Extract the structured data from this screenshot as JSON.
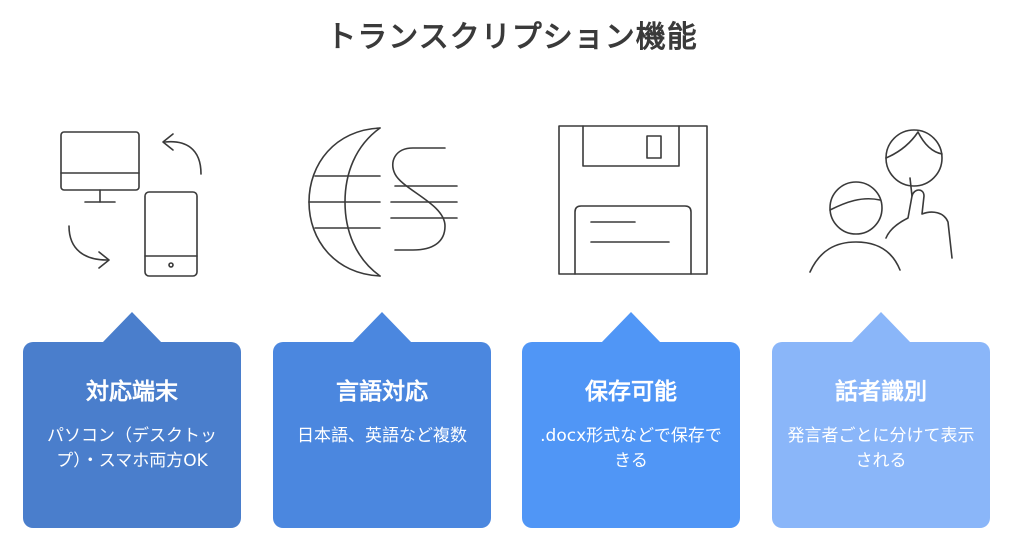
{
  "title": "トランスクリプション機能",
  "colors": {
    "card1": "#4a7ecc",
    "card2": "#4b87df",
    "card3": "#5096f6",
    "card4": "#8ab6f9",
    "icon_stroke": "#3a3a3a"
  },
  "features": [
    {
      "icon": "devices-sync-icon",
      "title": "対応端末",
      "description": "パソコン（デスクトップ）・スマホ両方OK"
    },
    {
      "icon": "globe-language-icon",
      "title": "言語対応",
      "description": "日本語、英語など複数"
    },
    {
      "icon": "floppy-disk-icon",
      "title": "保存可能",
      "description": ".docx形式などで保存できる"
    },
    {
      "icon": "speakers-icon",
      "title": "話者識別",
      "description": "発言者ごとに分けて表示される"
    }
  ]
}
